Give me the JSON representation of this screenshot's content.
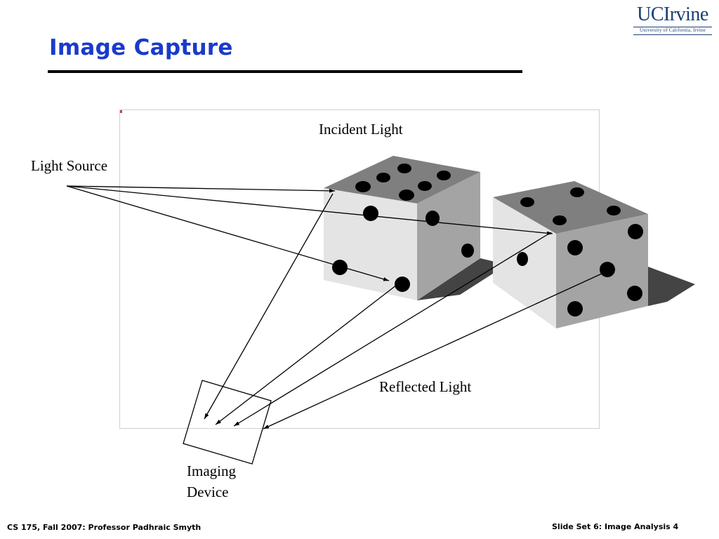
{
  "slide": {
    "title": "Image Capture"
  },
  "logo": {
    "name": "UCIrvine",
    "subtitle": "University of California, Irvine"
  },
  "diagram": {
    "labels": {
      "incident": "Incident Light",
      "source": "Light Source",
      "reflected": "Reflected Light",
      "device_line1": "Imaging",
      "device_line2": "Device"
    }
  },
  "footer": {
    "left": "CS 175, Fall 2007: Professor Padhraic Smyth",
    "right": "Slide Set 6: Image Analysis 4"
  }
}
